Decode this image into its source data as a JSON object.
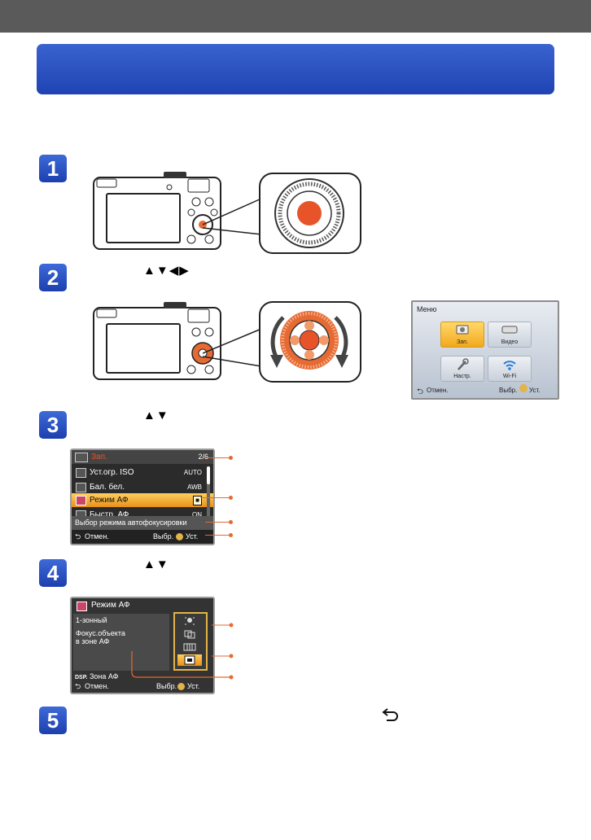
{
  "page": {
    "background": "#ffffff",
    "topbar_color": "#5a5a5a",
    "banner_color": "#2a52c4",
    "accent": "#e56a33"
  },
  "steps": [
    {
      "number": "1"
    },
    {
      "number": "2",
      "arrows": "▲▼◀▶"
    },
    {
      "number": "3",
      "arrows": "▲▼"
    },
    {
      "number": "4",
      "arrows": "▲▼"
    },
    {
      "number": "5",
      "back_icon": "back-arrow-icon"
    }
  ],
  "menu_screen": {
    "title": "Меню",
    "tiles": [
      "Зап.",
      "Видео",
      "Настр.",
      "Wi-Fi"
    ],
    "footer_back": "Отмен.",
    "footer_select": "Выбр.",
    "footer_set": "Уст."
  },
  "rec_menu_screen": {
    "tab": "Зап.",
    "page": "2/6",
    "items": [
      {
        "icon": "iso-limit-icon",
        "label": "Уст.огр. ISO",
        "value": "AUTO"
      },
      {
        "icon": "white-balance-icon",
        "label": "Бал. бел.",
        "value": "AWB"
      },
      {
        "icon": "af-mode-icon",
        "label": "Режим АФ",
        "value": "■",
        "selected": true
      },
      {
        "icon": "quick-af-icon",
        "label": "Быстр. АФ",
        "value": "ON"
      }
    ],
    "description": "Выбор режима автофокусировки",
    "footer_back": "Отмен.",
    "footer_select": "Выбр.",
    "footer_set": "Уст."
  },
  "af_mode_screen": {
    "title": "Режим АФ",
    "mode_name": "1-зонный",
    "description_line1": "Фокус.объекта",
    "description_line2": "в зоне АФ",
    "dsp_label": "DSP.",
    "zone_label": "Зона АФ",
    "footer_back": "Отмен.",
    "footer_select": "Выбр.",
    "footer_set": "Уст."
  }
}
